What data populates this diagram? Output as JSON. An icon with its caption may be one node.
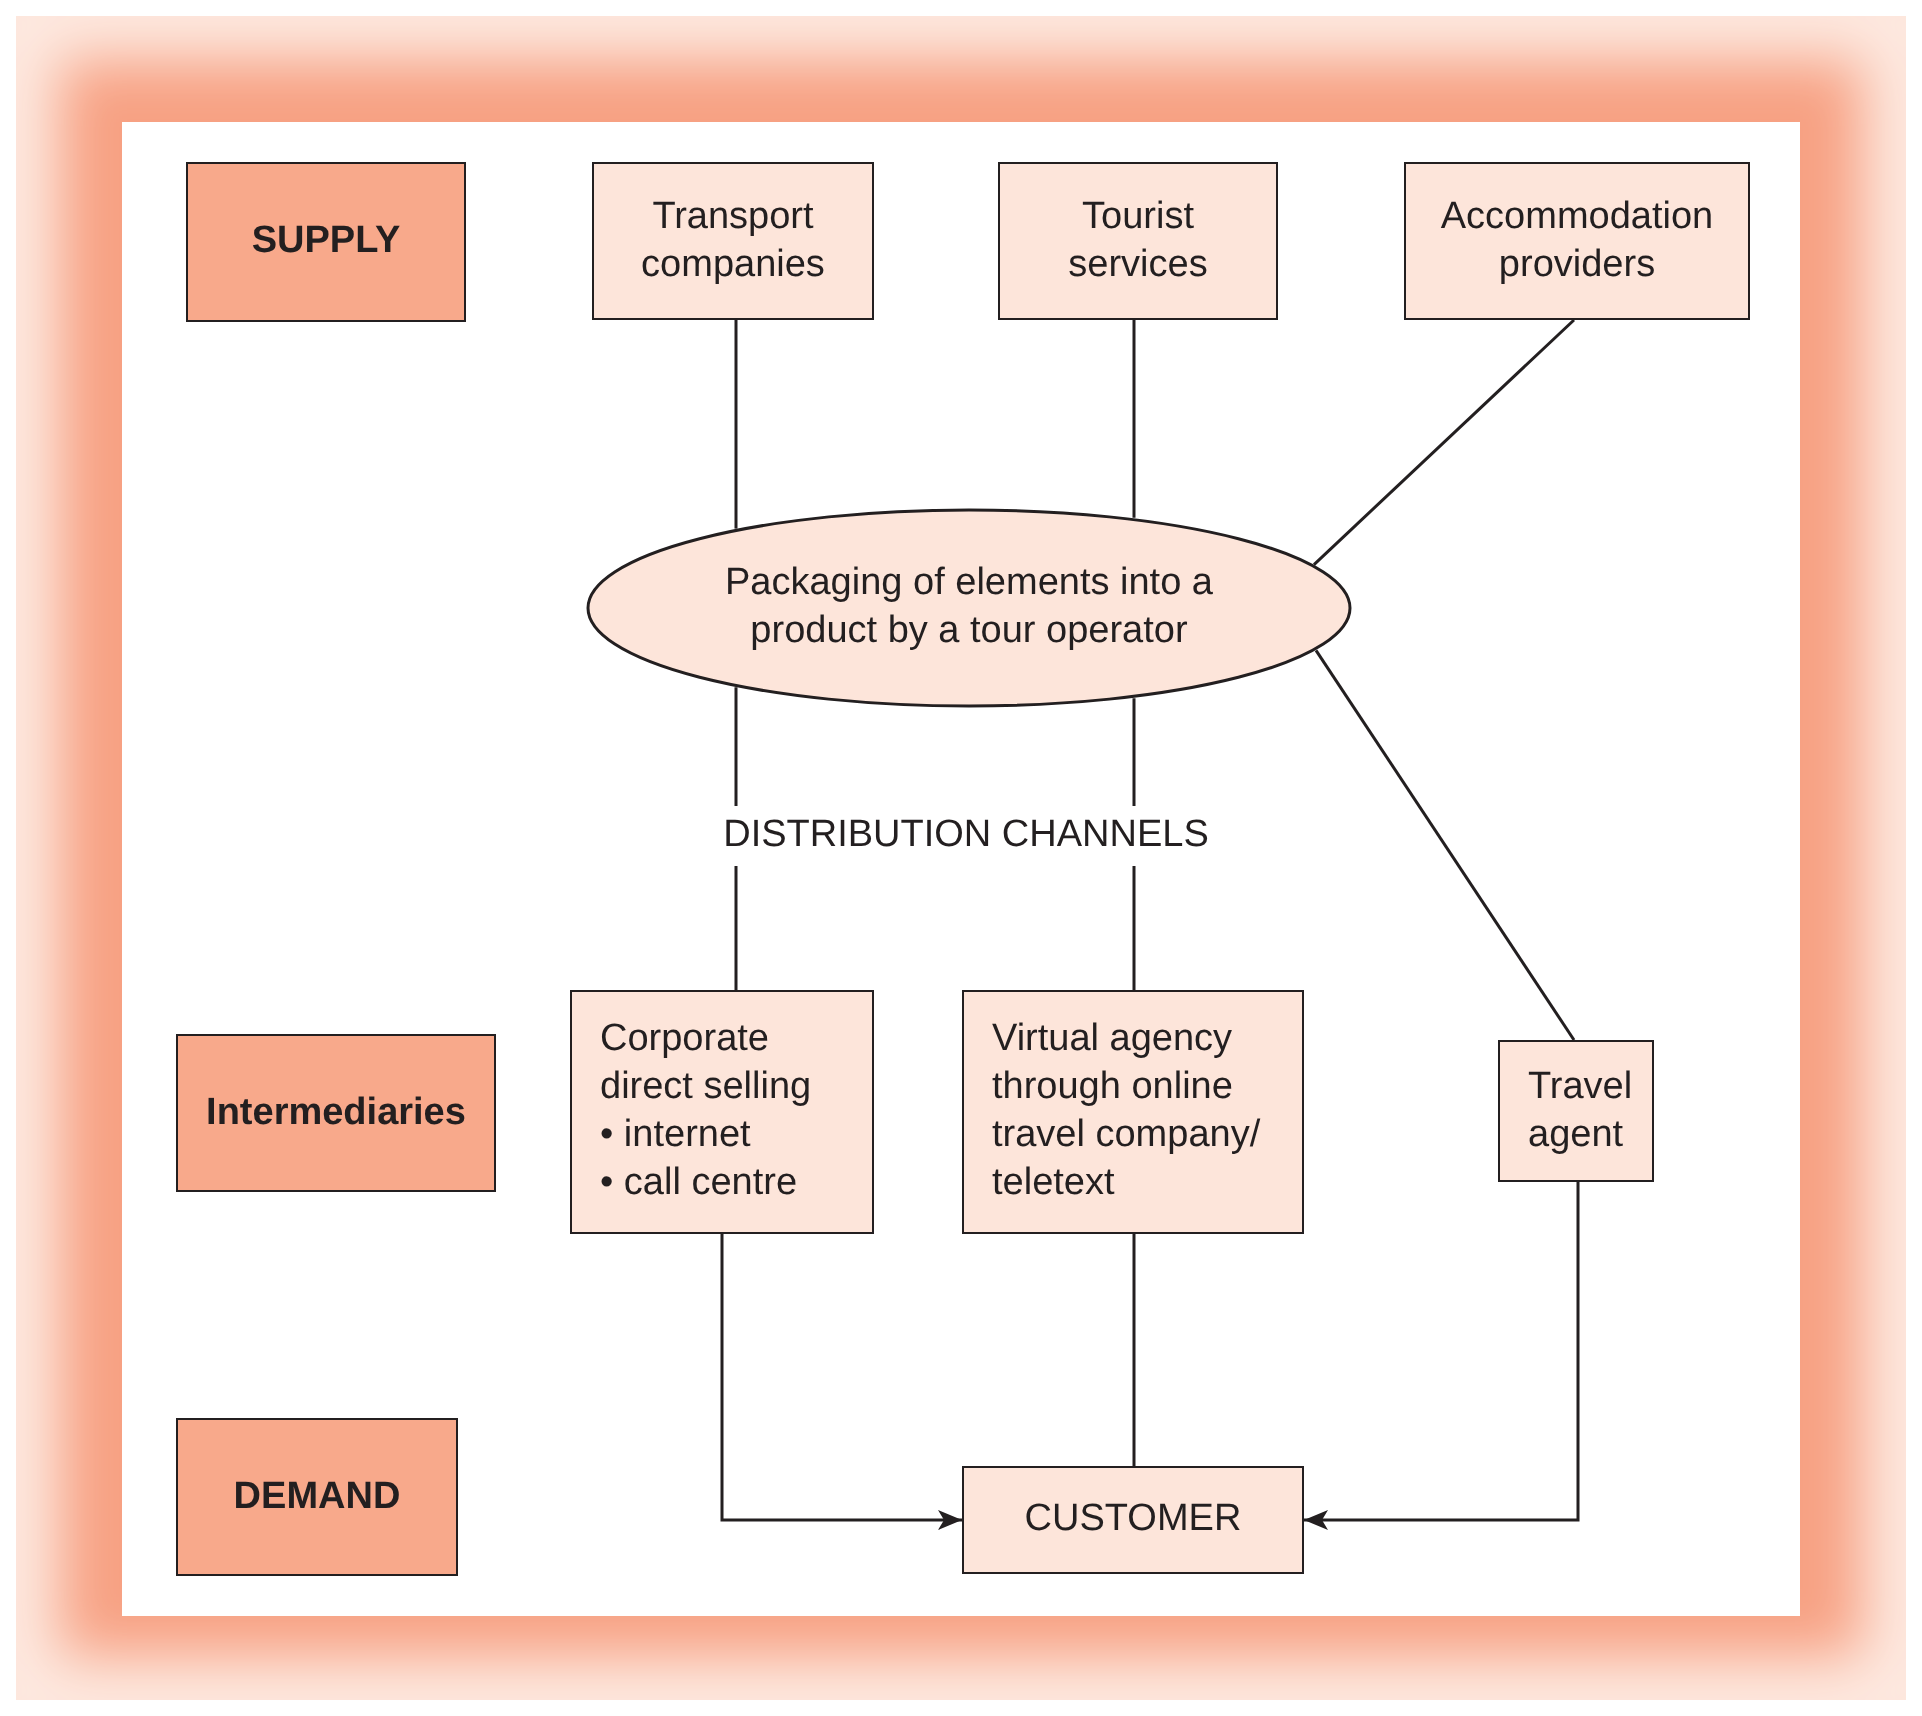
{
  "diagram": {
    "nodes": [
      {
        "text": [
          "SUPPLY"
        ]
      },
      {
        "text": [
          "Transport companies"
        ]
      },
      {
        "text": [
          "Tourist services"
        ]
      },
      {
        "text": [
          "Accommodation providers"
        ]
      },
      {
        "text": [
          "Packaging of elements into a product by a tour operator"
        ]
      },
      {
        "text": [
          "Intermediaries"
        ]
      },
      {
        "text": [
          "Corporate direct selling",
          "• internet",
          "• call centre"
        ]
      },
      {
        "text": [
          "Virtual agency through online travel company/ teletext"
        ]
      },
      {
        "text": [
          "Travel agent"
        ]
      },
      {
        "text": [
          "DEMAND"
        ]
      },
      {
        "text": [
          "CUSTOMER"
        ]
      }
    ],
    "edges": [
      {
        "from": 1,
        "to": 4,
        "arrow": "none"
      },
      {
        "from": 2,
        "to": 4,
        "arrow": "none"
      },
      {
        "from": 3,
        "to": 4,
        "arrow": "none"
      },
      {
        "from": 4,
        "to": 6,
        "arrow": "none"
      },
      {
        "from": 4,
        "to": 7,
        "arrow": "none"
      },
      {
        "from": 4,
        "to": 8,
        "arrow": "none"
      },
      {
        "from": 6,
        "to": 10,
        "arrow": "to"
      },
      {
        "from": 7,
        "to": 10,
        "arrow": "none"
      },
      {
        "from": 8,
        "to": 10,
        "arrow": "to"
      }
    ],
    "labels": [
      "DISTRIBUTION CHANNELS"
    ]
  }
}
